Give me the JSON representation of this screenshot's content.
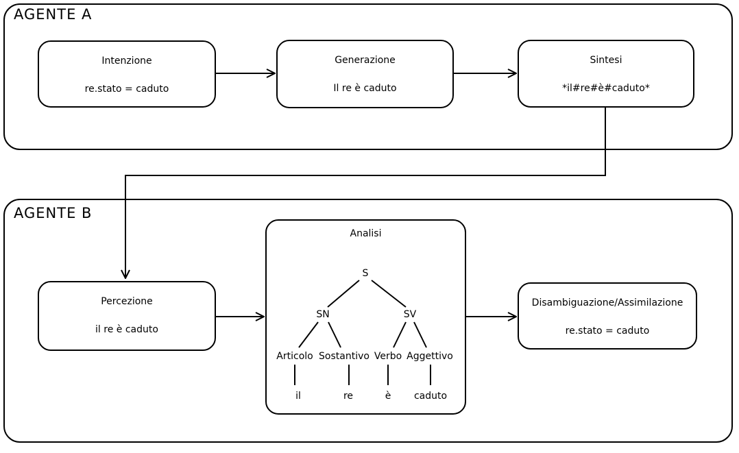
{
  "diagram": {
    "agent_a": {
      "label": "AGENTE A",
      "intenzione": {
        "title": "Intenzione",
        "content": "re.stato = caduto"
      },
      "generazione": {
        "title": "Generazione",
        "content": "Il re è caduto"
      },
      "sintesi": {
        "title": "Sintesi",
        "content": "*il#re#è#caduto*"
      }
    },
    "agent_b": {
      "label": "AGENTE B",
      "percezione": {
        "title": "Percezione",
        "content": "il re è caduto"
      },
      "analisi": {
        "title": "Analisi",
        "tree": {
          "root": "S",
          "noun_phrase": "SN",
          "verb_phrase": "SV",
          "categories": [
            "Articolo",
            "Sostantivo",
            "Verbo",
            "Aggettivo"
          ],
          "words": [
            "il",
            "re",
            "è",
            "caduto"
          ]
        }
      },
      "disambiguazione": {
        "title": "Disambiguazione/Assimilazione",
        "content": "re.stato = caduto"
      }
    },
    "colors": {
      "stroke": "#000000",
      "background": "#ffffff"
    }
  }
}
